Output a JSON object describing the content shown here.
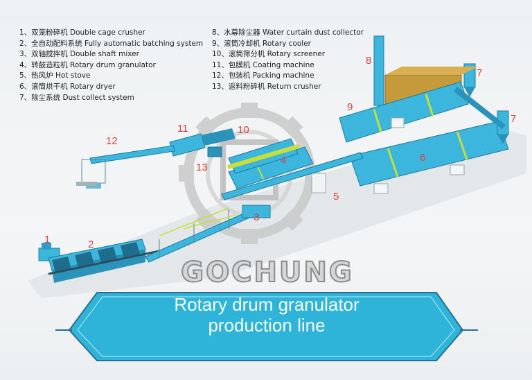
{
  "legend": {
    "left": [
      "1、双笼粉碎机 Double cage crusher",
      "2、全自动配料系统 Fully automatic batching system",
      "3、双轴搅拌机 Double shaft mixer",
      "4、转鼓造粒机 Rotary drum granulator",
      "5、热风炉 Hot stove",
      "6、滚筒烘干机 Rotary dryer",
      "7、除尘系统 Dust collect system"
    ],
    "right": [
      "8、水幕除尘器 Water curtain dust collector",
      "9、滚筒冷却机 Rotary cooler",
      "10、滚筒筛分机 Rotary screener",
      "11、包膜机 Coating machine",
      "12、包装机 Packing machine",
      "13、返料粉碎机 Return crusher"
    ]
  },
  "callouts": {
    "n1": "1",
    "n2": "2",
    "n3": "3",
    "n4": "4",
    "n5": "5",
    "n6": "6",
    "n7a": "7",
    "n7b": "7",
    "n8": "8",
    "n9": "9",
    "n10": "10",
    "n11": "11",
    "n12": "12",
    "n13": "13"
  },
  "brand": {
    "watermark": "GOCHUNG"
  },
  "banner": {
    "line1": "Rotary drum granulator",
    "line2": "production line"
  },
  "colors": {
    "equipment": "#3cb6dc",
    "callout": "#d9413b",
    "banner": "#2eb4d8",
    "frame": "#2a6f8f"
  }
}
